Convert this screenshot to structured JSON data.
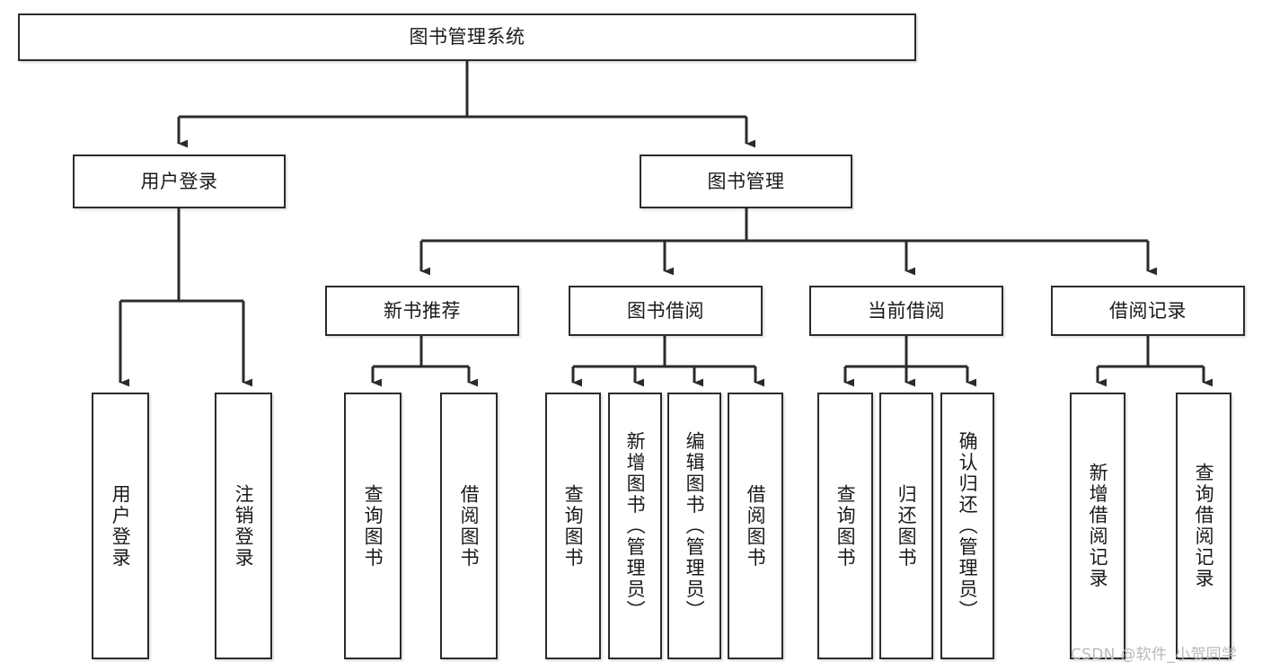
{
  "diagram": {
    "type": "tree-hierarchy-chart",
    "title": "图书管理系统",
    "background_color": "#ffffff",
    "line_color": "#2b2b2b",
    "box_border_color": "#2b2b2b",
    "watermark": "CSDN @软件_小贺同学",
    "levels": {
      "root": {
        "label": "图书管理系统"
      },
      "level1": [
        {
          "id": "user-login",
          "label": "用户登录"
        },
        {
          "id": "book-management",
          "label": "图书管理"
        }
      ],
      "level2": [
        {
          "id": "new-book-recommend",
          "label": "新书推荐",
          "parent": "book-management"
        },
        {
          "id": "book-borrow",
          "label": "图书借阅",
          "parent": "book-management"
        },
        {
          "id": "current-borrow",
          "label": "当前借阅",
          "parent": "book-management"
        },
        {
          "id": "borrow-record",
          "label": "借阅记录",
          "parent": "book-management"
        }
      ],
      "leaves": [
        {
          "id": "leaf-user-login",
          "label": "用户登录",
          "parent": "user-login"
        },
        {
          "id": "leaf-logout-login",
          "label": "注销登录",
          "parent": "user-login"
        },
        {
          "id": "leaf-query-book-1",
          "label": "查询图书",
          "parent": "new-book-recommend"
        },
        {
          "id": "leaf-borrow-book-1",
          "label": "借阅图书",
          "parent": "new-book-recommend"
        },
        {
          "id": "leaf-query-book-2",
          "label": "查询图书",
          "parent": "book-borrow"
        },
        {
          "id": "leaf-add-book",
          "label": "新增图书（管理员）",
          "parent": "book-borrow"
        },
        {
          "id": "leaf-edit-book",
          "label": "编辑图书（管理员）",
          "parent": "book-borrow"
        },
        {
          "id": "leaf-borrow-book-2",
          "label": "借阅图书",
          "parent": "book-borrow"
        },
        {
          "id": "leaf-query-book-3",
          "label": "查询图书",
          "parent": "current-borrow"
        },
        {
          "id": "leaf-return-book",
          "label": "归还图书",
          "parent": "current-borrow"
        },
        {
          "id": "leaf-confirm-return",
          "label": "确认归还（管理员）",
          "parent": "current-borrow"
        },
        {
          "id": "leaf-add-record",
          "label": "新增借阅记录",
          "parent": "borrow-record"
        },
        {
          "id": "leaf-query-record",
          "label": "查询借阅记录",
          "parent": "borrow-record"
        }
      ]
    }
  }
}
